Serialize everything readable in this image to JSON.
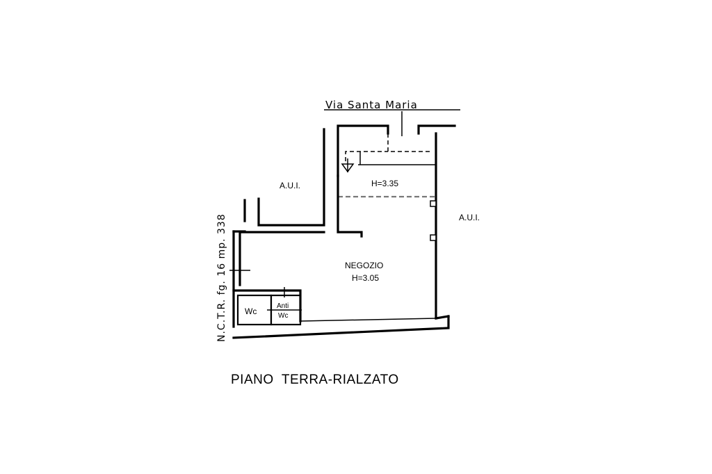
{
  "street": "Via Santa Maria",
  "neighbor_label": "A.U.I.",
  "neighbor_label_right": "A.U.I.",
  "upper_room": {
    "height": "H=3.35"
  },
  "main_room": {
    "name": "NEGOZIO",
    "height": "H=3.05"
  },
  "wc": {
    "label": "Wc",
    "ante_line1": "Anti",
    "ante_line2": "Wc"
  },
  "cadastral_ref": "N.C.T.R. fg. 16 mp. 338",
  "floor_title": "PIANO  TERRA-RIALZATO"
}
